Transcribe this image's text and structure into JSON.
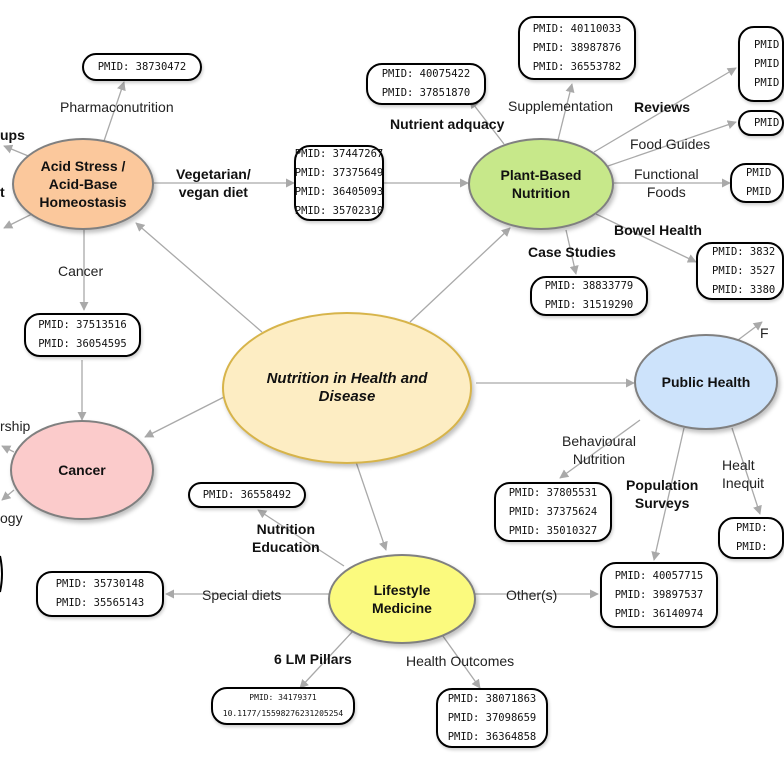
{
  "nodes": {
    "center": "Nutrition in Health and Disease",
    "acid_stress": "Acid Stress / Acid-Base Homeostasis",
    "plant_based": "Plant-Based Nutrition",
    "public_health": "Public Health",
    "cancer": "Cancer",
    "lifestyle": "Lifestyle Medicine"
  },
  "edge_labels": {
    "pharmaconutrition": "Pharmaconutrition",
    "groups": "ups",
    "t_cut": "t",
    "vegetarian": "Vegetarian/\nvegan diet",
    "cancer_link": "Cancer",
    "supplementation": "Supplementation",
    "reviews": "Reviews",
    "nutrient_adequacy": "Nutrient adquacy",
    "food_guides": "Food Guides",
    "functional_foods": "Functional\nFoods",
    "bowel_health": "Bowel Health",
    "case_studies": "Case Studies",
    "survivorship": "rship",
    "oncology": "ogy",
    "f_cut": "F",
    "behavioural": "Behavioural\nNutrition",
    "population_surveys": "Population\nSurveys",
    "health_inequities": "Healt\nInequit",
    "nutrition_education": "Nutrition\nEducation",
    "special_diets": "Special diets",
    "others": "Other(s)",
    "six_lm_pillars": "6 LM Pillars",
    "health_outcomes": "Health Outcomes"
  },
  "refs": {
    "pharma": [
      "PMID: 38730472"
    ],
    "nutrient": [
      "PMID: 40075422",
      "PMID: 37851870"
    ],
    "supplement": [
      "PMID: 40110033",
      "PMID: 38987876",
      "PMID: 36553782"
    ],
    "vegan": [
      "PMID: 37447267",
      "PMID: 37375649",
      "PMID: 36405093",
      "PMID: 35702310"
    ],
    "cancer_refs": [
      "PMID: 37513516",
      "PMID: 36054595"
    ],
    "case_studies": [
      "PMID: 38833779",
      "PMID: 31519290"
    ],
    "bowel": [
      "PMID: 3832",
      "PMID: 3527",
      "PMID: 3380"
    ],
    "functional": [
      "PMID",
      "PMID"
    ],
    "food_guides": [
      "PMID"
    ],
    "reviews": [
      "PMID",
      "PMID",
      "PMID"
    ],
    "behavioural": [
      "PMID: 37805531",
      "PMID: 37375624",
      "PMID: 35010327"
    ],
    "population": [
      "PMID: 40057715",
      "PMID: 39897537",
      "PMID: 36140974"
    ],
    "inequities": [
      "PMID:",
      "PMID:"
    ],
    "education": [
      "PMID: 36558492"
    ],
    "special": [
      "PMID: 35730148",
      "PMID: 35565143"
    ],
    "pillars": [
      "PMID: 34179371",
      "10.1177/15598276231205254"
    ],
    "outcomes": [
      "PMID: 38071863",
      "PMID: 37098659",
      "PMID: 36364858"
    ]
  },
  "colors": {
    "center_fill": "#fdedc3",
    "center_border": "#d7b44a",
    "acid_fill": "#fbc89c",
    "plant_fill": "#c7e88a",
    "public_fill": "#cde3fb",
    "cancer_fill": "#fbcbcb",
    "lifestyle_fill": "#fbfa7e",
    "edge": "#a9a9a9"
  }
}
